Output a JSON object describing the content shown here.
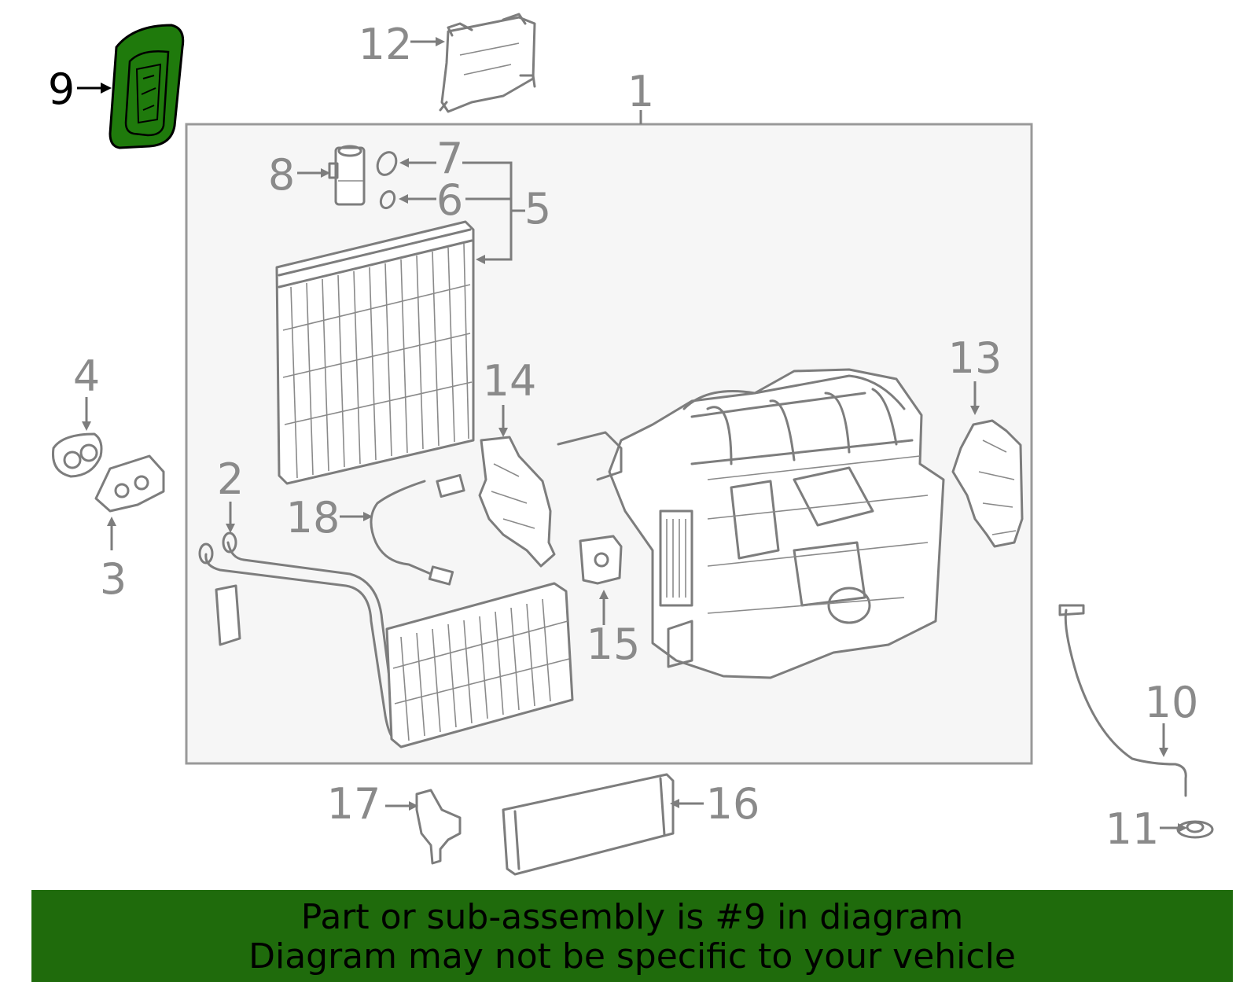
{
  "callouts": {
    "c1": "1",
    "c2": "2",
    "c3": "3",
    "c4": "4",
    "c5": "5",
    "c6": "6",
    "c7": "7",
    "c8": "8",
    "c9": "9",
    "c10": "10",
    "c11": "11",
    "c12": "12",
    "c13": "13",
    "c14": "14",
    "c15": "15",
    "c16": "16",
    "c17": "17",
    "c18": "18"
  },
  "highlight": {
    "part_number": "9",
    "color": "#1f6b0c"
  },
  "banner": {
    "line1": "Part or sub-assembly is #9 in diagram",
    "line2": "Diagram may not be specific to your vehicle"
  },
  "colors": {
    "outline": "#7d7d7d",
    "assembly_box_fill": "#f6f6f6",
    "banner_bg": "#1f6b0c"
  }
}
